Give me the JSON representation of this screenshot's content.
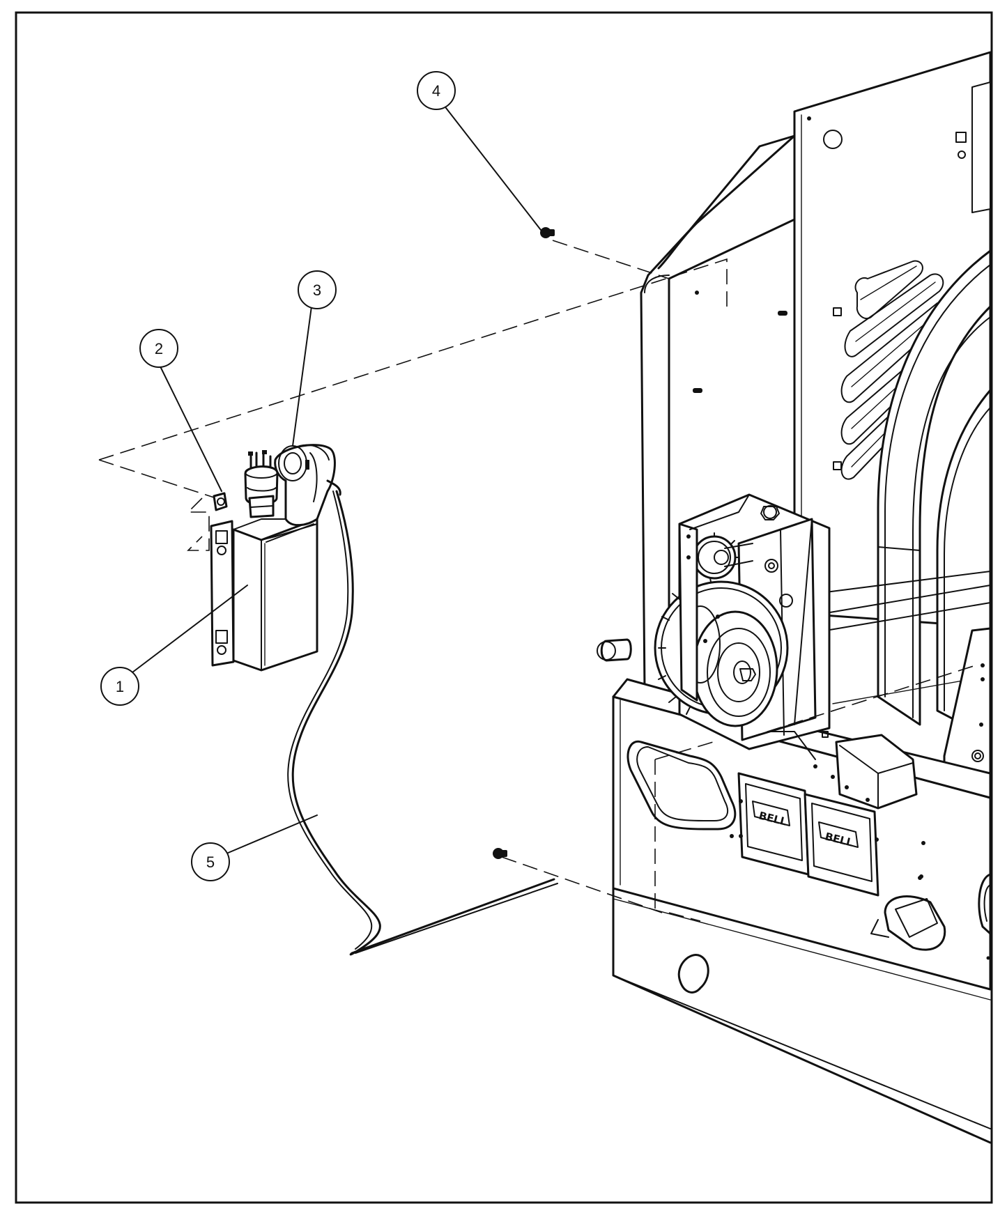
{
  "colors": {
    "line": "#111111",
    "background": "#ffffff"
  },
  "callouts": [
    {
      "number": "1",
      "part": "mount-bracket-box"
    },
    {
      "number": "2",
      "part": "fastener-nut"
    },
    {
      "number": "3",
      "part": "power-plug"
    },
    {
      "number": "4",
      "part": "mounting-screw"
    },
    {
      "number": "5",
      "part": "power-cord"
    }
  ],
  "logos": {
    "receptacle_brand": "BELL"
  }
}
